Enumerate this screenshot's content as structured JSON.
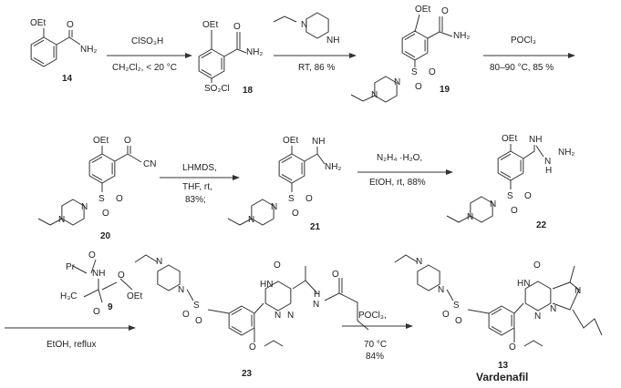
{
  "compounds": {
    "c14": {
      "label": "14",
      "oet": "OEt",
      "o": "O",
      "nh2": "NH₂"
    },
    "c18": {
      "label": "18",
      "oet": "OEt",
      "o": "O",
      "nh2": "NH₂",
      "so2cl": "SO₂Cl"
    },
    "c19": {
      "label": "19",
      "oet": "OEt",
      "o": "O",
      "nh2": "NH₂",
      "s": "S",
      "o1": "O",
      "o2": "O",
      "n1": "N",
      "n2": "N"
    },
    "c20": {
      "label": "20",
      "oet": "OEt",
      "o": "O",
      "cn": "CN",
      "s": "S",
      "o1": "O",
      "o2": "O",
      "n1": "N",
      "n2": "N"
    },
    "c21": {
      "label": "21",
      "oet": "OEt",
      "nh": "NH",
      "nh2": "NH₂",
      "s": "S",
      "o1": "O",
      "o2": "O",
      "n1": "N",
      "n2": "N"
    },
    "c22": {
      "label": "22",
      "oet": "OEt",
      "nh": "NH",
      "n": "N",
      "h": "H",
      "nh2": "NH₂",
      "s": "S",
      "o1": "O",
      "o2": "O",
      "n1": "N",
      "n2": "N"
    },
    "c9": {
      "label": "9",
      "pr": "Pr",
      "o": "O",
      "nh": "NH",
      "h3c": "H₃C",
      "o2": "O",
      "o3": "O",
      "oet": "OEt"
    },
    "c23": {
      "label": "23",
      "o": "O",
      "hn": "HN",
      "n1": "N",
      "n2": "N",
      "nh": "N",
      "h": "H",
      "o2": "O",
      "s": "S",
      "o3": "O",
      "o4": "O",
      "oeth": "O",
      "pn1": "N",
      "pn2": "N"
    },
    "c13": {
      "label": "13",
      "name": "Vardenafil",
      "o": "O",
      "hn": "HN",
      "n1": "N",
      "n2": "N",
      "n3": "N",
      "s": "S",
      "o3": "O",
      "o4": "O",
      "oeth": "O",
      "pn1": "N",
      "pn2": "N"
    },
    "piperazine_reagent": {
      "n": "N",
      "nh": "NH"
    }
  },
  "steps": [
    {
      "above": "ClSO₃H",
      "below": "CH₂Cl₂, < 20 °C"
    },
    {
      "above": "",
      "below": "RT, 86 %"
    },
    {
      "above": "POCl₃",
      "below": "80–90 °C, 85 %"
    },
    {
      "line1": "LHMDS,",
      "line2": "THF, rt,",
      "line3": "83%;"
    },
    {
      "above": "N₂H₄ ·H₂O,",
      "below": "EtOH, rt, 88%"
    },
    {
      "above": "",
      "below": "EtOH, reflux"
    },
    {
      "above": "POCl₃,",
      "line2": "70 °C",
      "line3": "84%"
    }
  ]
}
